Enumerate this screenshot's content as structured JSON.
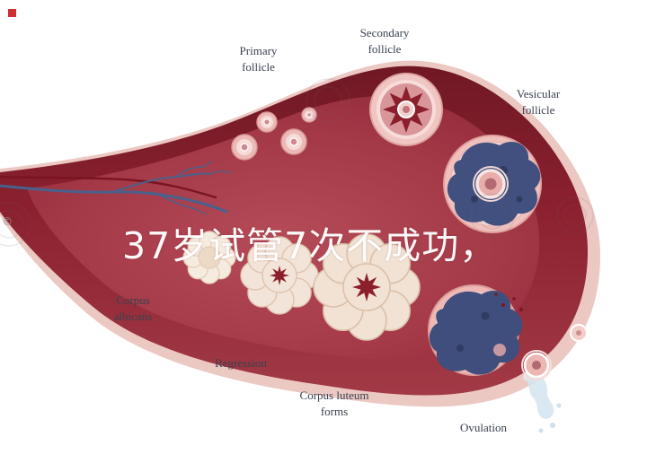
{
  "figure": {
    "description": "Ovarian cycle diagram"
  },
  "labels": {
    "primary": "Primary\nfollicle",
    "secondary": "Secondary\nfollicle",
    "vesicular": "Vesicular\nfollicle",
    "corpus_albicans": "Corpus\nalbicans",
    "regression": "Regression",
    "corpus_luteum": "Corpus luteum\nforms",
    "ovulation": "Ovulation"
  },
  "overlay": {
    "chinese_text": "37岁试管7次不成功，"
  },
  "watermark": {
    "copyright": "©"
  },
  "palette": {
    "body_dark": "#701824",
    "body_main": "#8c2130",
    "interior": "#a63b49",
    "rim_pink": "#ecc8c3",
    "follicle_pink": "#f0c6c3",
    "antrum_navy": "#41507f",
    "cream": "#f1e2d4",
    "label_text": "#3a4150",
    "overlay_text": "#ffffff",
    "vessel_blue": "#49618c",
    "vessel_red": "#7a1420"
  }
}
